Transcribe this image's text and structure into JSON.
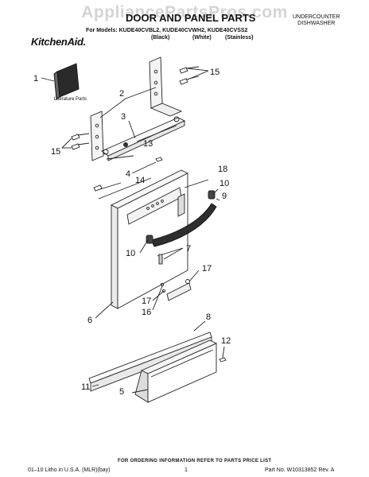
{
  "watermark": "AppliancePartsPros.com",
  "header": {
    "title": "DOOR AND PANEL PARTS",
    "models": "For Models: KUDE40CVBL2, KUDE40CVWH2, KUDE40CVSS2",
    "variant_black": "(Black)",
    "variant_white": "(White)",
    "variant_stainless": "(Stainless)",
    "category_line1": "UNDERCOUNTER",
    "category_line2": "DISHWASHER",
    "brand": "KitchenAid."
  },
  "diagram": {
    "literature_label": "Literature Parts",
    "callouts": [
      "1",
      "2",
      "3",
      "13",
      "15",
      "15",
      "4",
      "14",
      "18",
      "10",
      "9",
      "7",
      "10",
      "17",
      "17",
      "16",
      "6",
      "8",
      "12",
      "11",
      "5"
    ]
  },
  "footer": {
    "note": "FOR ORDERING INFORMATION REFER TO PARTS PRICE LIST",
    "left": "01–10 Litho in U.S.A. (MLR)(bay)",
    "page": "1",
    "part_no": "Part No. W10313852 Rev. A"
  }
}
